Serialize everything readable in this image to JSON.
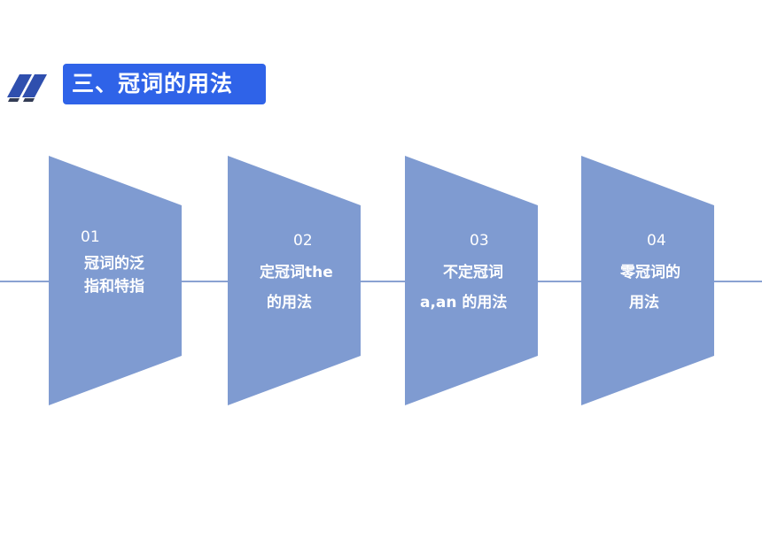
{
  "header": {
    "title": "三、冠词的用法",
    "icon": "double-slash-icon"
  },
  "colors": {
    "title_bg": "#2f63e8",
    "shape_fill": "#7f9bd1",
    "connector": "#8aa2d2",
    "text": "#ffffff"
  },
  "steps": [
    {
      "number": "01",
      "line1": "冠词的泛",
      "line2": "指和特指"
    },
    {
      "number": "02",
      "line1": "定冠词the",
      "line2": "的用法"
    },
    {
      "number": "03",
      "line1": "不定冠词",
      "line2": "a,an 的用法"
    },
    {
      "number": "04",
      "line1": "零冠词的",
      "line2": "用法"
    }
  ]
}
